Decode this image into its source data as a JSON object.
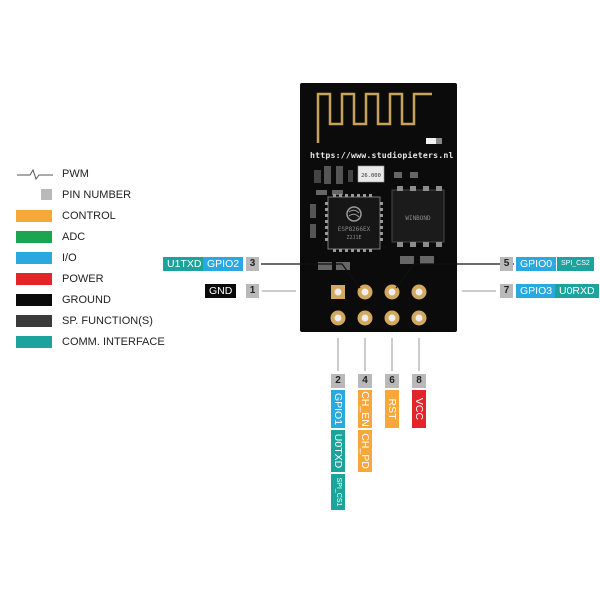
{
  "colors": {
    "control": "#f7a83a",
    "adc": "#1aa651",
    "io": "#29a9e0",
    "power": "#e3242b",
    "ground": "#0a0a0a",
    "special": "#3a3a3a",
    "comm": "#1ba39c",
    "pin_number": "#b9b9b9",
    "board": "#0b0b0b",
    "antenna": "#c7a35a"
  },
  "legend": {
    "pwm": "PWM",
    "pin_number": "PIN NUMBER",
    "control": "CONTROL",
    "adc": "ADC",
    "io": "I/O",
    "power": "POWER",
    "ground": "GROUND",
    "special": "SP. FUNCTION(S)",
    "comm": "COMM. INTERFACE"
  },
  "board": {
    "url": "https://www.studiopieters.nl",
    "crystal": "26.000",
    "chip_text": "ESP8266EX",
    "flash_text": "WINBOND"
  },
  "pins": {
    "p3": {
      "number": "3",
      "func": "GPIO2",
      "comm": "U1TXD"
    },
    "p1": {
      "number": "1",
      "func": "GND"
    },
    "p5": {
      "number": "5",
      "func": "GPIO0",
      "special": "SPI_CS2"
    },
    "p7": {
      "number": "7",
      "func": "GPIO3",
      "comm": "U0RXD"
    },
    "p2": {
      "number": "2",
      "func": "GPIO1",
      "comm": "U0TXD",
      "special": "SPI_CS1"
    },
    "p4": {
      "number": "4",
      "func": "CH_EN",
      "alt": "CH_PD"
    },
    "p6": {
      "number": "6",
      "func": "RST"
    },
    "p8": {
      "number": "8",
      "func": "VCC"
    }
  }
}
